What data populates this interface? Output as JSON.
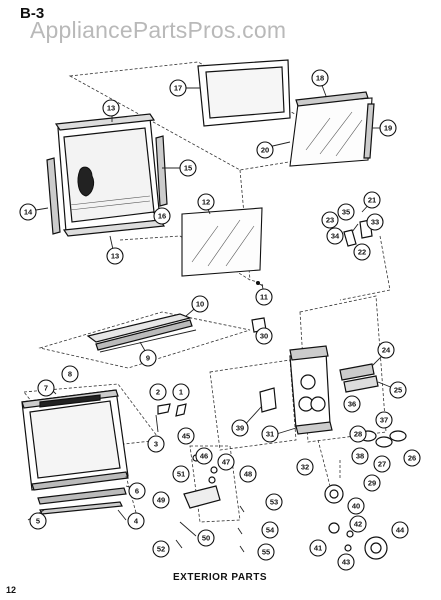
{
  "header": {
    "section": "B-3",
    "watermark": "AppliancePartsPros.com"
  },
  "caption": "EXTERIOR PARTS",
  "page_number": "12",
  "callouts": [
    "1",
    "2",
    "3",
    "4",
    "5",
    "6",
    "7",
    "8",
    "9",
    "10",
    "11",
    "12",
    "13",
    "13",
    "14",
    "15",
    "16",
    "17",
    "18",
    "19",
    "20",
    "21",
    "22",
    "23",
    "24",
    "25",
    "26",
    "27",
    "28",
    "29",
    "30",
    "31",
    "32",
    "33",
    "34",
    "35",
    "36",
    "37",
    "38",
    "39",
    "40",
    "41",
    "42",
    "43",
    "44",
    "45",
    "46",
    "47",
    "48",
    "49",
    "50",
    "51",
    "52",
    "53",
    "54",
    "55"
  ]
}
